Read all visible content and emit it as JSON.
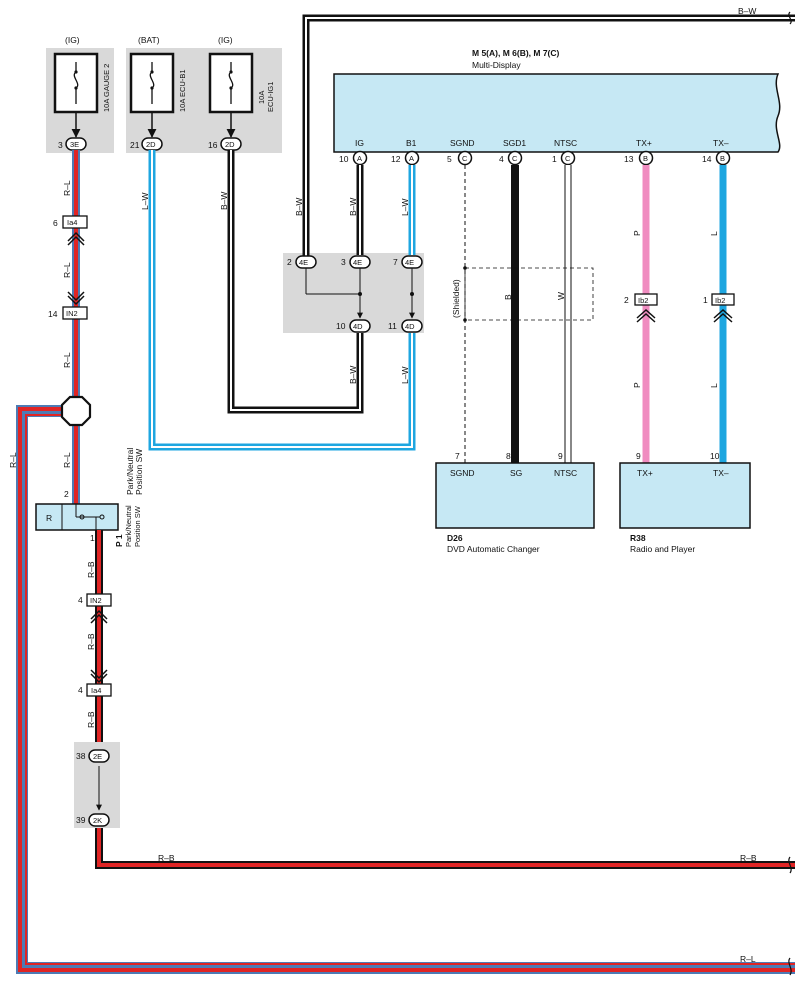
{
  "fuses": [
    {
      "supply": "(IG)",
      "label": "10A GAUGE 2",
      "conn_pin": "3",
      "conn": "3E"
    },
    {
      "supply": "(BAT)",
      "label": "10A ECU-B1",
      "conn_pin": "21",
      "conn": "2D"
    },
    {
      "supply": "(IG)",
      "label_line1": "10A",
      "label_line2": "ECU-IG1",
      "conn_pin": "16",
      "conn": "2D"
    }
  ],
  "multi_display": {
    "title": "M 5(A), M 6(B), M 7(C)",
    "name": "Multi-Display",
    "terminals": [
      {
        "name": "IG",
        "pin": "10",
        "conn": "A"
      },
      {
        "name": "B1",
        "pin": "12",
        "conn": "A"
      },
      {
        "name": "SGND",
        "pin": "5",
        "conn": "C"
      },
      {
        "name": "SGD1",
        "pin": "4",
        "conn": "C"
      },
      {
        "name": "NTSC",
        "pin": "1",
        "conn": "C"
      },
      {
        "name": "TX+",
        "pin": "13",
        "conn": "B"
      },
      {
        "name": "TX–",
        "pin": "14",
        "conn": "B"
      }
    ]
  },
  "junction": {
    "top": [
      {
        "pin": "2",
        "conn": "4E"
      },
      {
        "pin": "3",
        "conn": "4E"
      },
      {
        "pin": "7",
        "conn": "4E"
      }
    ],
    "bottom": [
      {
        "pin": "10",
        "conn": "4D"
      },
      {
        "pin": "11",
        "conn": "4D"
      }
    ]
  },
  "wire_labels": {
    "bw": "B–W",
    "lw": "L–W",
    "rl": "R–L",
    "rb": "R–B",
    "b": "B",
    "w": "W",
    "p": "P",
    "l": "L",
    "shielded": "(Shielded)"
  },
  "inline_connectors": [
    {
      "pin": "6",
      "name": "Ia4"
    },
    {
      "pin": "14",
      "name": "IN2"
    },
    {
      "pin": "4",
      "name": "IN2"
    },
    {
      "pin": "4",
      "name": "Ia4"
    },
    {
      "pin": "2",
      "name": "Ib2"
    },
    {
      "pin": "1",
      "name": "Ib2"
    }
  ],
  "lower_junction": [
    {
      "pin": "38",
      "conn": "2E"
    },
    {
      "pin": "39",
      "conn": "2K"
    }
  ],
  "park_switch": {
    "code": "P 1",
    "name_line1": "Park/Neutral",
    "name_line2": "Position SW",
    "terminal": "R",
    "pin_top": "2",
    "pin_bottom": "1"
  },
  "dvd": {
    "code": "D26",
    "name": "DVD Automatic Changer",
    "terminals": [
      {
        "name": "SGND",
        "pin": "7"
      },
      {
        "name": "SG",
        "pin": "8"
      },
      {
        "name": "NTSC",
        "pin": "9"
      }
    ]
  },
  "radio": {
    "code": "R38",
    "name": "Radio and Player",
    "terminals": [
      {
        "name": "TX+",
        "pin": "9"
      },
      {
        "name": "TX–",
        "pin": "10"
      }
    ]
  },
  "colors": {
    "red": "#e02424",
    "blue_edge": "#4e7bb4",
    "cyan": "#1ea6e0",
    "pink": "#f08cc0",
    "black": "#111111",
    "component_fill": "#c6e8f4",
    "junction_fill": "#d9d9d9"
  }
}
